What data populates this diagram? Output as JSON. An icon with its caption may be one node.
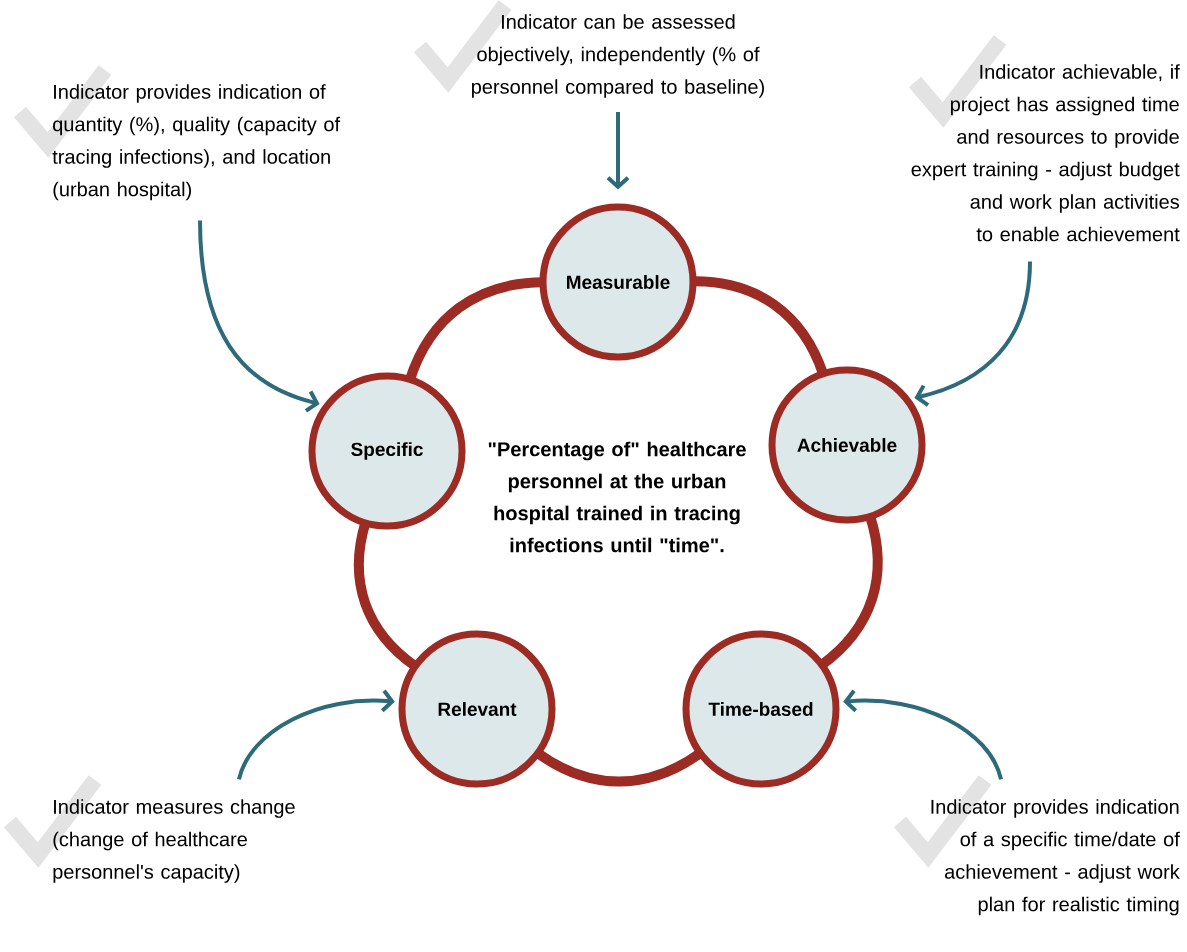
{
  "diagram": {
    "nodes": [
      {
        "text": [
          "Indicator can be assessed objectively, independently (% of personnel compared to baseline)"
        ]
      },
      {
        "text": [
          "Indicator provides indication of quantity (%), quality (capacity of tracing infections), and location (urban hospital)"
        ]
      },
      {
        "text": [
          "Indicator achievable, if project has assigned time and resources to provide expert training - adjust budget and work plan activities to enable achievement"
        ]
      },
      {
        "text": [
          "Measurable"
        ]
      },
      {
        "text": [
          "Specific"
        ]
      },
      {
        "text": [
          "Achievable"
        ]
      },
      {
        "text": [
          "\"Percentage of\" healthcare personnel at the urban hospital trained in tracing infections until \"time\"."
        ]
      },
      {
        "text": [
          "Relevant"
        ]
      },
      {
        "text": [
          "Time-based"
        ]
      },
      {
        "text": [
          "Indicator measures change (change of healthcare personnel's capacity)"
        ]
      },
      {
        "text": [
          "Indicator provides indication of a specific time/date of achievement - adjust work plan for realistic timing"
        ]
      }
    ],
    "edges": [
      {
        "from": 0,
        "to": 3,
        "arrow": "to",
        "color": "#2d6a7a"
      },
      {
        "from": 1,
        "to": 4,
        "arrow": "to",
        "color": "#2d6a7a"
      },
      {
        "from": 2,
        "to": 5,
        "arrow": "to",
        "color": "#2d6a7a"
      },
      {
        "from": 9,
        "to": 7,
        "arrow": "to",
        "color": "#2d6a7a"
      },
      {
        "from": 10,
        "to": 8,
        "arrow": "to",
        "color": "#2d6a7a"
      },
      {
        "from": 3,
        "to": 5,
        "arrow": "none",
        "style": "thick",
        "color": "#9b2b23"
      },
      {
        "from": 5,
        "to": 8,
        "arrow": "none",
        "style": "thick",
        "color": "#9b2b23"
      },
      {
        "from": 8,
        "to": 7,
        "arrow": "none",
        "style": "thick",
        "color": "#9b2b23"
      },
      {
        "from": 7,
        "to": 4,
        "arrow": "none",
        "style": "thick",
        "color": "#9b2b23"
      },
      {
        "from": 4,
        "to": 3,
        "arrow": "none",
        "style": "thick",
        "color": "#9b2b23"
      }
    ]
  }
}
